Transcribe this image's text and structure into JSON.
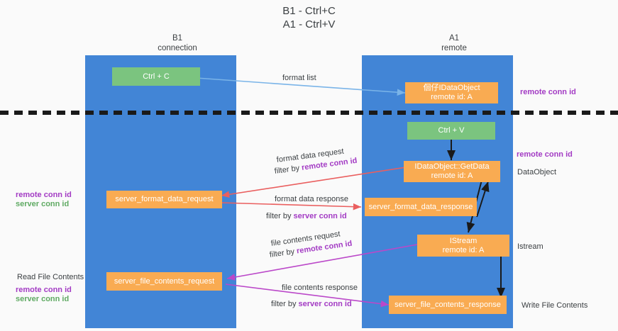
{
  "title": "B1 - Ctrl+C\nA1 - Ctrl+V",
  "columns": [
    {
      "name": "b1",
      "label": "B1\nconnection"
    },
    {
      "name": "a1",
      "label": "A1\nremote"
    }
  ],
  "nodes": {
    "ctrl_c": {
      "label": "Ctrl + C",
      "color": "#7bc47f"
    },
    "idataobject_create": {
      "label": "佪仔IDataObject\nremote id: A",
      "color": "#f9ab52"
    },
    "ctrl_v": {
      "label": "Ctrl + V",
      "color": "#7bc47f"
    },
    "idataobject_getdata": {
      "label": "IDataObject::GetData\nremote id: A",
      "color": "#f9ab52"
    },
    "server_format_data_request": {
      "label": "server_format_data_request",
      "color": "#f9ab52"
    },
    "server_format_data_response": {
      "label": "server_format_data_response",
      "color": "#f9ab52"
    },
    "istream": {
      "label": "IStream\nremote id: A",
      "color": "#f9ab52"
    },
    "server_file_contents_request": {
      "label": "server_file_contents_request",
      "color": "#f9ab52"
    },
    "server_file_contents_response": {
      "label": "server_file_contents_response",
      "color": "#f9ab52"
    }
  },
  "edges": {
    "format_list": {
      "label": "format list",
      "color": "#7ab4e8"
    },
    "format_data_request_l1": {
      "label": "format data request",
      "color": "#ea5f5f"
    },
    "format_data_request_l2_pre": {
      "label": "filter by "
    },
    "format_data_request_l2_key": {
      "label": "remote conn id"
    },
    "format_data_response_l1": {
      "label": "format data response",
      "color": "#ea5f5f"
    },
    "format_data_response_l2_pre": {
      "label": "filter by "
    },
    "format_data_response_l2_key": {
      "label": "server conn id"
    },
    "file_contents_request_l1": {
      "label": "file contents request",
      "color": "#bb48c9"
    },
    "file_contents_request_l2_pre": {
      "label": "filter by "
    },
    "file_contents_request_l2_key": {
      "label": "remote conn id"
    },
    "file_contents_response_l1": {
      "label": "file contents response",
      "color": "#bb48c9"
    },
    "file_contents_response_l2_pre": {
      "label": "filter by "
    },
    "file_contents_response_l2_key": {
      "label": "server conn id"
    }
  },
  "annotations": {
    "right_top_conn": {
      "label": "remote conn id",
      "color": "#a33bc4"
    },
    "right_mid_conn": {
      "label": "remote conn id",
      "color": "#a33bc4"
    },
    "right_dataobject": {
      "label": "DataObject",
      "color": "#3c4043"
    },
    "right_istream": {
      "label": "Istream",
      "color": "#3c4043"
    },
    "right_write_contents": {
      "label": "Write File Contents",
      "color": "#3c4043"
    },
    "left_mid_remote": {
      "label": "remote conn id",
      "color": "#a33bc4"
    },
    "left_mid_server": {
      "label": "server conn id",
      "color": "#5faa63"
    },
    "left_read_contents": {
      "label": "Read File Contents",
      "color": "#3c4043"
    },
    "left_low_remote": {
      "label": "remote conn id",
      "color": "#a33bc4"
    },
    "left_low_server": {
      "label": "server conn id",
      "color": "#5faa63"
    }
  },
  "colors": {
    "lane": "#4285d6",
    "green_node": "#7bc47f",
    "orange_node": "#f9ab52",
    "separator": "#1a1a1a",
    "arrow_blue": "#7ab4e8",
    "arrow_red": "#ea5f5f",
    "arrow_purple": "#bb48c9",
    "arrow_black": "#1a1a1a",
    "background": "#fafafa"
  }
}
